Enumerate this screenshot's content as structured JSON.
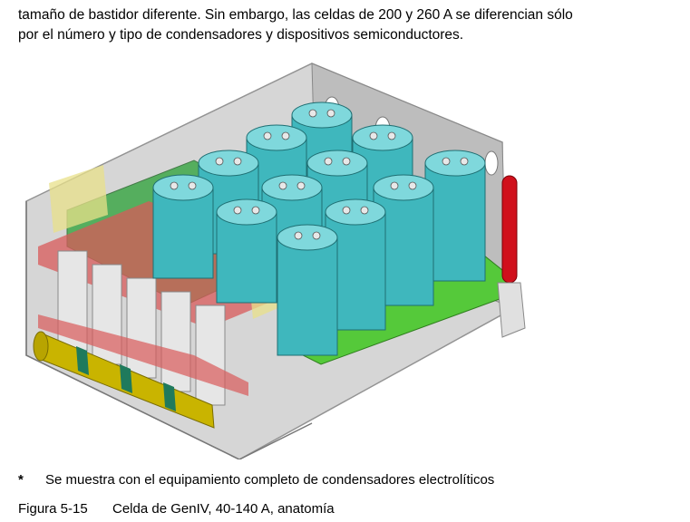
{
  "document": {
    "paragraph_line1": "tamaño de bastidor diferente. Sin embargo, las celdas de 200 y 260 A se diferencian sólo",
    "paragraph_line2": "por el número y tipo de condensadores y dispositivos semiconductores.",
    "note_marker": "*",
    "note_text": "Se muestra con el equipamiento completo de condensadores electrolíticos",
    "caption_number": "Figura 5-15",
    "caption_text": "Celda de GenIV, 40-140 A, anatomía"
  },
  "figure": {
    "colors": {
      "enclosure": "#c9c9c9",
      "capacitor": "#3fb7bd",
      "capacitor_top": "#7fd8dc",
      "pcb_green": "#3fa84a",
      "base_green": "#55c93a",
      "busbar_red": "#d85a5a",
      "handle_red": "#d0101c",
      "yellow_panel": "#e8e089",
      "resistor_yellow": "#c9b400",
      "resistor_band": "#1f7a5c"
    }
  }
}
